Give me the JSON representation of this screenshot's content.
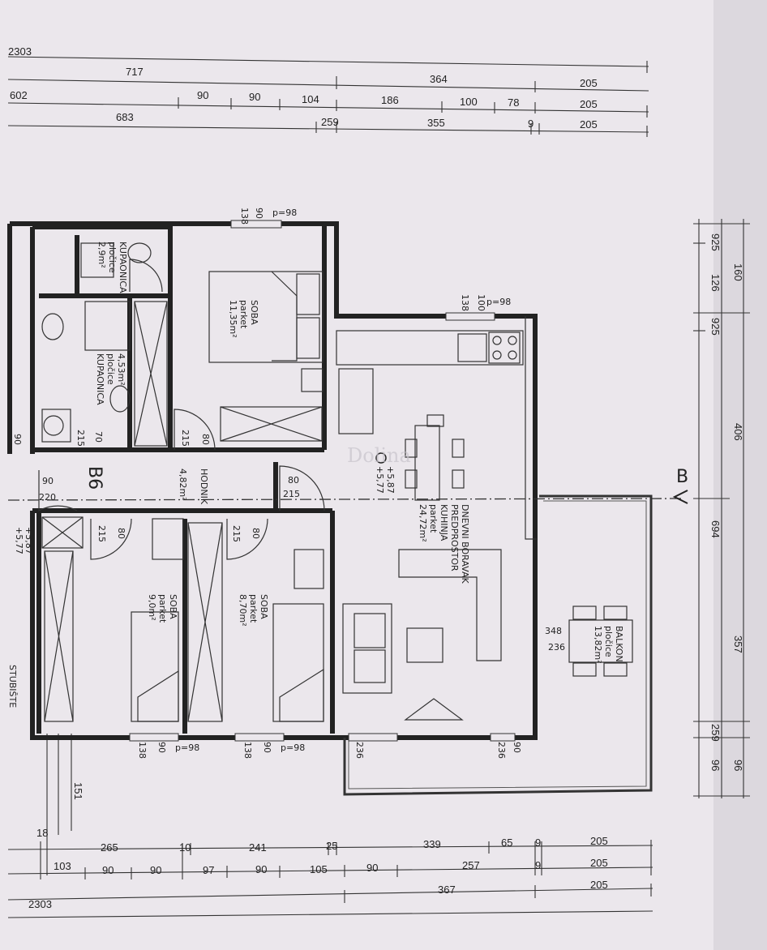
{
  "dims_top": {
    "row1": [
      "2303"
    ],
    "row2": [
      "717",
      "364",
      "205"
    ],
    "row3": [
      "602",
      "90",
      "90",
      "104",
      "186",
      "100",
      "78",
      "205"
    ],
    "row4": [
      "683",
      "259",
      "355",
      "9",
      "205"
    ]
  },
  "dims_bottom": {
    "row1": [
      "18",
      "265",
      "10",
      "241",
      "25",
      "339",
      "65",
      "9",
      "205"
    ],
    "row2": [
      "103",
      "90",
      "90",
      "97",
      "90",
      "105",
      "90",
      "257",
      "9",
      "205"
    ],
    "row3": [
      "367",
      "205"
    ],
    "row4": [
      "2303"
    ]
  },
  "dims_right": [
    "925",
    "126",
    "925",
    "160",
    "406",
    "694",
    "357",
    "259",
    "96",
    "96"
  ],
  "dims_inner": {
    "win1": [
      "138",
      "90",
      "p=98"
    ],
    "win2": [
      "138",
      "100",
      "p=98"
    ],
    "doors": [
      "215",
      "70",
      "215",
      "80",
      "90",
      "220",
      "80",
      "215",
      "215",
      "80",
      "215",
      "80"
    ],
    "balcony": [
      "348",
      "236"
    ],
    "bottom_windows": [
      "138",
      "90",
      "p=98",
      "138",
      "90",
      "p=98",
      "236",
      "236",
      "90"
    ],
    "side": [
      "151",
      "90"
    ]
  },
  "rooms": {
    "kupaonica_small": {
      "name": "KUPAONICA",
      "floor": "pločice",
      "area": "2,9m²"
    },
    "kupaonica": {
      "name": "KUPAONICA",
      "floor": "pločice",
      "area": "4,53m²"
    },
    "soba1": {
      "name": "SOBA",
      "floor": "parket",
      "area": "11,35m²"
    },
    "hodnik": {
      "name": "HODNIK",
      "floor": "",
      "area": "4,82m²"
    },
    "dnevni": {
      "name": "DNEVNI BORAVAK",
      "line2": "PREDPROSTOR",
      "line3": "KUHINJA",
      "floor": "parket",
      "area": "24,72m²"
    },
    "soba2": {
      "name": "SOBA",
      "floor": "parket",
      "area": "9,0m²"
    },
    "soba3": {
      "name": "SOBA",
      "floor": "parket",
      "area": "8,70m²"
    },
    "balkon": {
      "name": "BALKON",
      "floor": "pločice",
      "area": "13,82m²"
    }
  },
  "labels": {
    "unit": "B6",
    "section_marker": "B",
    "level1": "+5,87",
    "level2": "+5,77",
    "level3": "+5,87",
    "level4": "+5,77",
    "stair": "STUBIŠTE",
    "watermark": "Dolina"
  }
}
